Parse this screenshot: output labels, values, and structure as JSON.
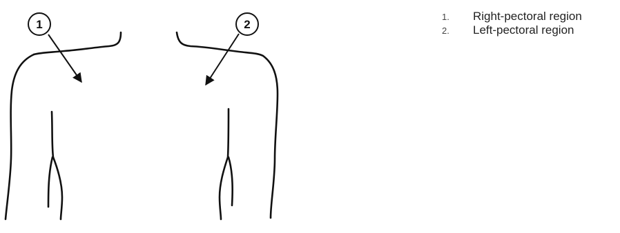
{
  "callouts": [
    {
      "number": "1"
    },
    {
      "number": "2"
    }
  ],
  "legend": [
    {
      "number": "1.",
      "label": "Right-pectoral region"
    },
    {
      "number": "2.",
      "label": "Left-pectoral region"
    }
  ]
}
